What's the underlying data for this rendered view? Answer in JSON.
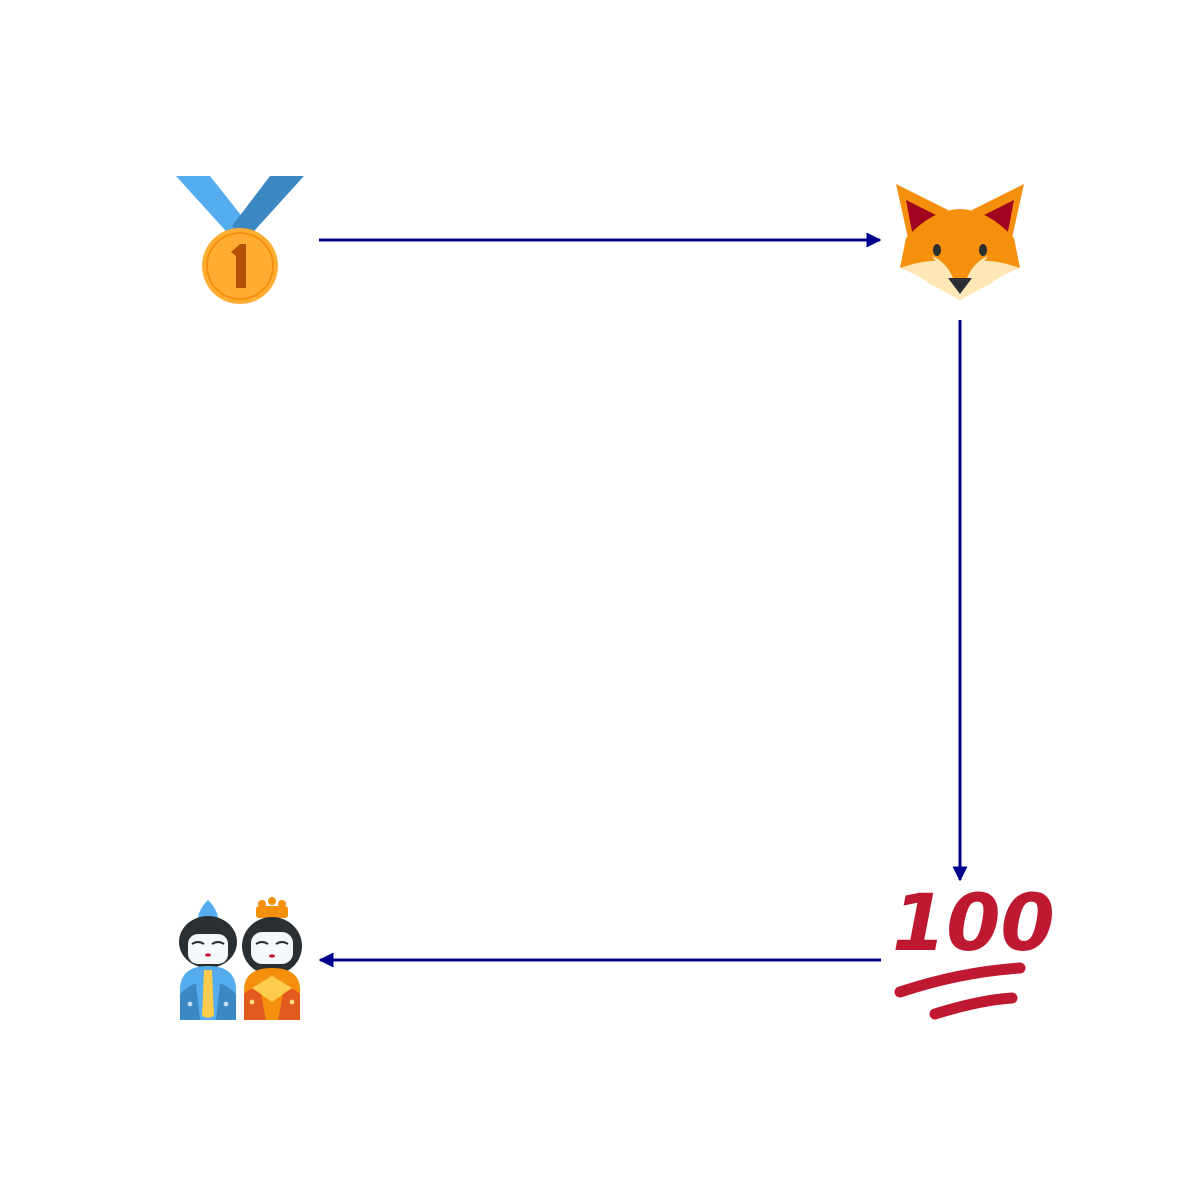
{
  "diagram": {
    "type": "cycle",
    "arrow_color": "#00008B",
    "nodes": [
      {
        "id": "medal",
        "emoji": "🥇",
        "icon": "first-place-medal-icon"
      },
      {
        "id": "fox",
        "emoji": "🦊",
        "icon": "fox-face-icon"
      },
      {
        "id": "hundred",
        "emoji": "💯",
        "icon": "hundred-points-icon",
        "text": "100"
      },
      {
        "id": "dolls",
        "emoji": "🎎",
        "icon": "japanese-dolls-icon"
      }
    ],
    "edges": [
      {
        "from": "medal",
        "to": "fox"
      },
      {
        "from": "fox",
        "to": "hundred"
      },
      {
        "from": "hundred",
        "to": "dolls"
      }
    ],
    "colors": {
      "medal_ribbon_light": "#55ACEE",
      "medal_ribbon_dark": "#3B88C3",
      "medal_gold": "#FFAC33",
      "medal_number": "#B55005",
      "fox_orange": "#F4900C",
      "fox_ear_inner": "#A0041E",
      "fox_cream": "#FFE8B6",
      "hundred_red": "#BE1931",
      "doll_blue": "#55ACEE",
      "doll_orange": "#F4900C",
      "doll_hair": "#292F33"
    }
  }
}
